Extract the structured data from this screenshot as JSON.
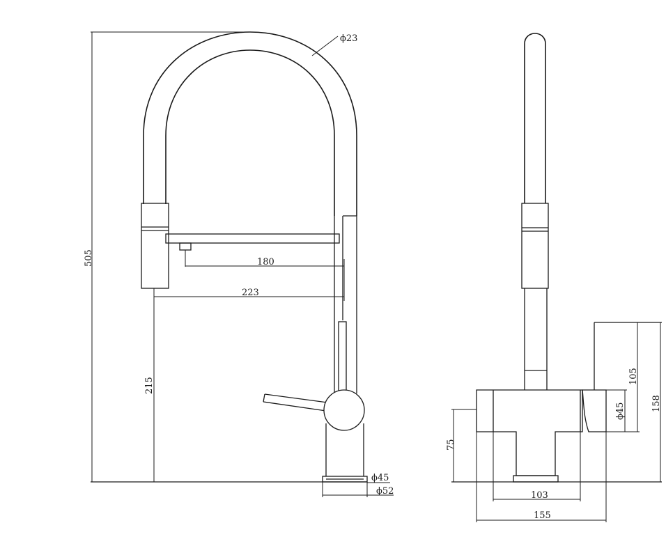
{
  "front_view": {
    "diameter_spout": "ϕ23",
    "height_total": "505",
    "height_lower": "215",
    "reach_inner": "180",
    "reach_outer": "223",
    "diameter_base_inner": "ϕ45",
    "diameter_base_outer": "ϕ52"
  },
  "side_view": {
    "height_block": "75",
    "width_inner": "103",
    "width_outer": "155",
    "height_handle": "105",
    "diameter_handle": "ϕ45",
    "height_right": "158"
  }
}
